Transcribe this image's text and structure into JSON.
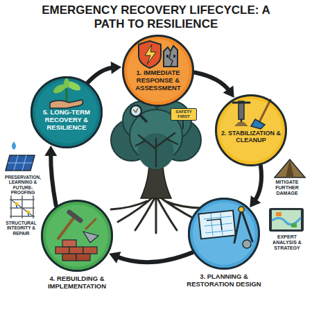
{
  "diagram": {
    "title": "EMERGENCY RECOVERY LIFECYCLE: A PATH TO RESILIENCE",
    "nodes": [
      {
        "text": [
          "1. IMMEDIATE RESPONSE & ASSESSMENT"
        ]
      },
      {
        "text": [
          "2. STABILIZATION & CLEANUP"
        ]
      },
      {
        "text": [
          "3. PLANNING & RESTORATION DESIGN"
        ]
      },
      {
        "text": [
          "4. REBUILDING & IMPLEMENTATION"
        ]
      },
      {
        "text": [
          "5. LONG-TERM RECOVERY & RESILIENCE"
        ]
      }
    ],
    "edges": [
      {
        "from": 0,
        "to": 1,
        "arrow": "to"
      },
      {
        "from": 1,
        "to": 2,
        "arrow": "to"
      },
      {
        "from": 2,
        "to": 3,
        "arrow": "to"
      },
      {
        "from": 3,
        "to": 4,
        "arrow": "to"
      },
      {
        "from": 4,
        "to": 0,
        "arrow": "to"
      }
    ],
    "labels": [
      "SAFETY FIRST",
      "MITIGATE FURTHER DAMAGE",
      "EXPERT ANALYSIS & STRATEGY",
      "STRUCTURAL INTEGRITY & REPAIR",
      "PRESERVATION, LEARNING & FUTURE-PROOFING"
    ]
  }
}
